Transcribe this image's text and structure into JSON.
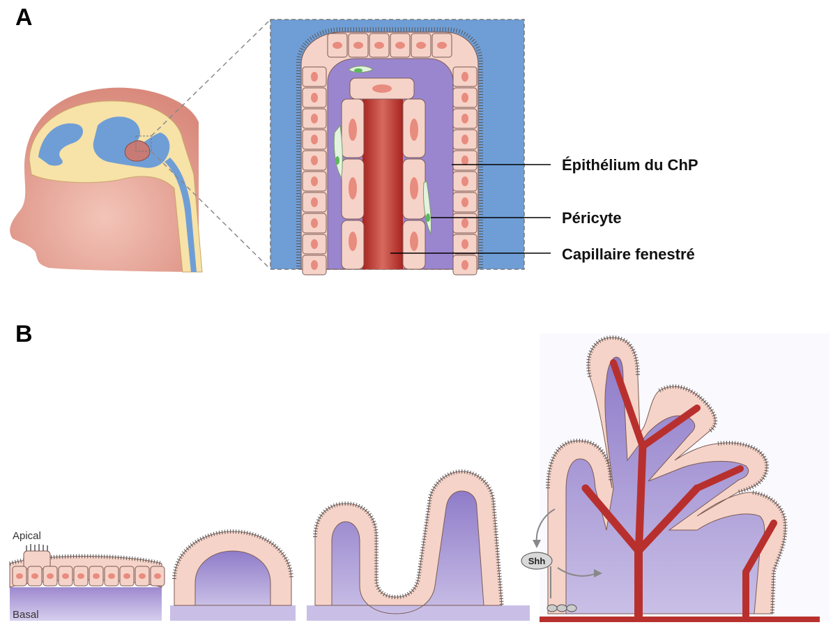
{
  "panel_a": {
    "letter": "A",
    "labels": {
      "epithelium": "Épithélium du ChP",
      "pericyte": "Péricyte",
      "capillary": "Capillaire fenestré"
    }
  },
  "panel_b": {
    "letter": "B",
    "apical": "Apical",
    "basal": "Basal",
    "shh": "Shh"
  },
  "colors": {
    "ventricle_blue": "#6f9ed6",
    "stroma_purple": "#9a86cf",
    "capillary_red": "#b8302e",
    "cell_pink": "#f6d3c8",
    "nucleus": "#e88c7f",
    "head_skin": "#e6a598",
    "brain_cream": "#f7e2a8",
    "pericyte_green": "#5cb85c"
  }
}
